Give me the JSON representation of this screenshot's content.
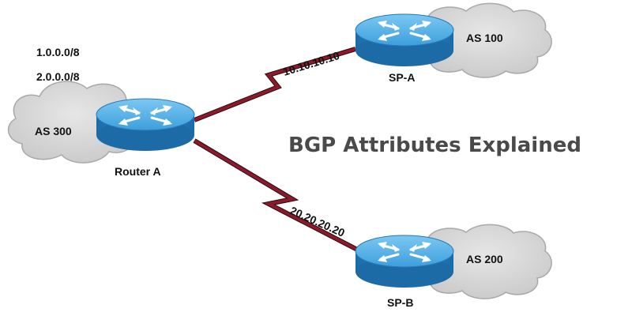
{
  "title": "BGP Attributes Explained",
  "prefixes": [
    "1.0.0.0/8",
    "2.0.0.0/8"
  ],
  "routers": {
    "router_a": {
      "name": "Router A",
      "as": "AS 300"
    },
    "sp_a": {
      "name": "SP-A",
      "as": "AS 100"
    },
    "sp_b": {
      "name": "SP-B",
      "as": "AS 200"
    }
  },
  "links": {
    "a_to_spa": {
      "ip": "10.10.10.10"
    },
    "a_to_spb": {
      "ip": "20.20.20.20"
    }
  },
  "colors": {
    "link": "#8b1a2b",
    "router_body": "#2d8fd0",
    "router_top": "#55b4ea",
    "cloud": "#d6d6d6",
    "cloud_edge": "#a9a9a9",
    "title": "#4a4a4a"
  },
  "icons": {
    "router": "router-icon",
    "cloud": "cloud-icon",
    "serial_link": "serial-link-icon"
  }
}
